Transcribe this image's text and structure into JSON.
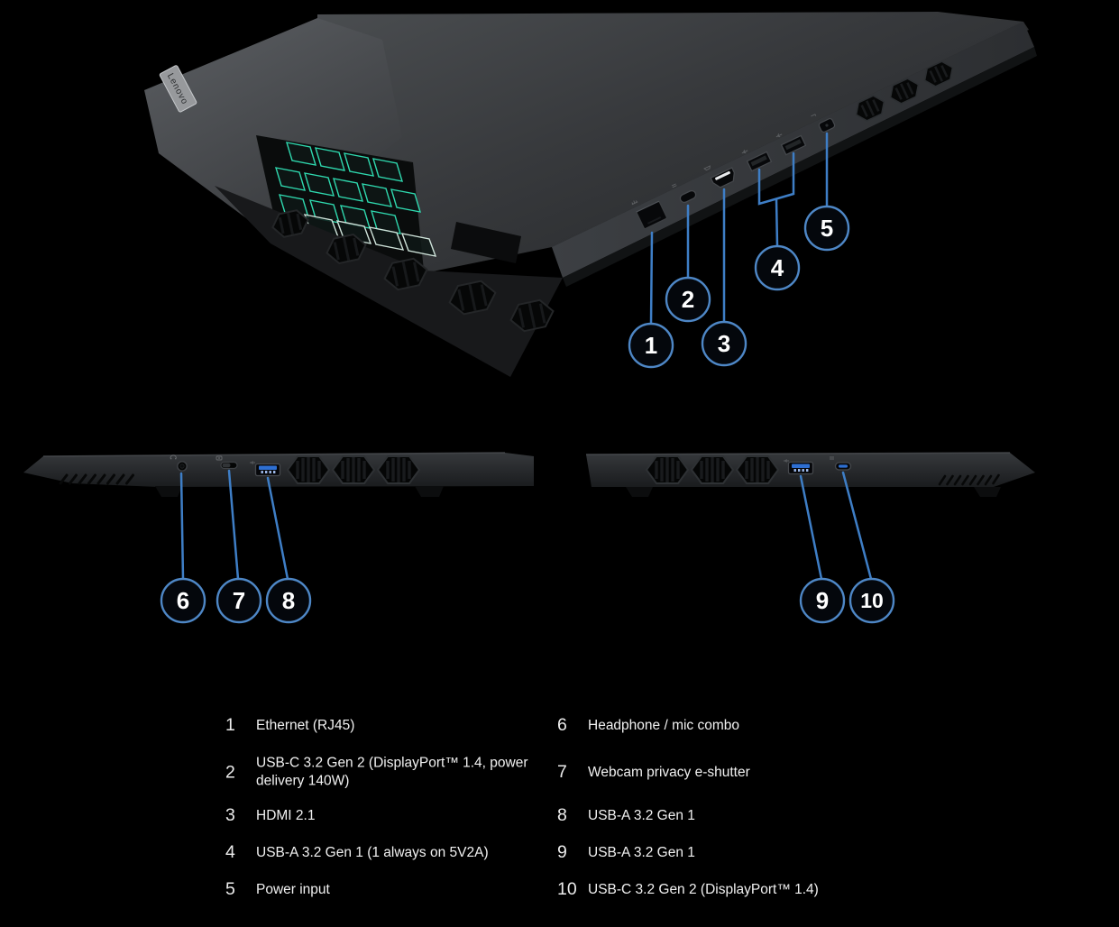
{
  "background": "#000000",
  "accents": {
    "callout_ring_blue": "#4e87c6",
    "leader_line_blue": "#3e7ec6",
    "usb_tab_blue": "#2e6fd2",
    "keyboard_glow_teal": "#2fd8ae"
  },
  "laptop": {
    "badge": "Lenovo"
  },
  "callouts": [
    {
      "num": "1"
    },
    {
      "num": "2"
    },
    {
      "num": "3"
    },
    {
      "num": "4"
    },
    {
      "num": "5"
    },
    {
      "num": "6"
    },
    {
      "num": "7"
    },
    {
      "num": "8"
    },
    {
      "num": "9"
    },
    {
      "num": "10"
    }
  ],
  "legend": {
    "left": [
      {
        "num": "1",
        "label": "Ethernet (RJ45)"
      },
      {
        "num": "2",
        "label": "USB-C 3.2 Gen 2 (DisplayPort™ 1.4, power delivery 140W)"
      },
      {
        "num": "3",
        "label": "HDMI 2.1"
      },
      {
        "num": "4",
        "label": "USB-A 3.2 Gen 1 (1 always on 5V2A)"
      },
      {
        "num": "5",
        "label": "Power input"
      }
    ],
    "right": [
      {
        "num": "6",
        "label": "Headphone / mic combo"
      },
      {
        "num": "7",
        "label": "Webcam privacy e-shutter"
      },
      {
        "num": "8",
        "label": "USB-A 3.2 Gen 1"
      },
      {
        "num": "9",
        "label": "USB-A 3.2 Gen 1"
      },
      {
        "num": "10",
        "label": "USB-C 3.2 Gen 2 (DisplayPort™ 1.4)"
      }
    ]
  }
}
